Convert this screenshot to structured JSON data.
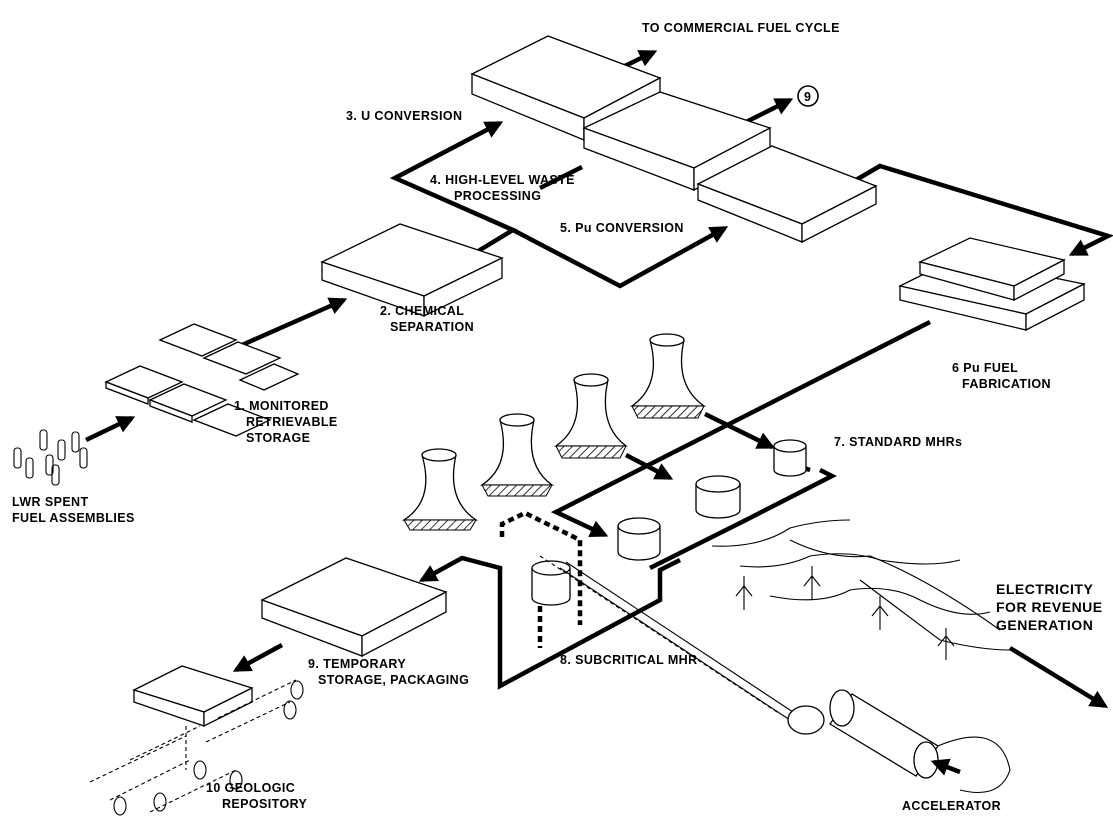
{
  "labels": {
    "commercial": "TO COMMERCIAL FUEL CYCLE",
    "circled_nine": "9",
    "u_conversion": "3. U CONVERSION",
    "hlw_line1": "4. HIGH-LEVEL WASTE",
    "hlw_line2": "PROCESSING",
    "pu_conversion": "5. Pu CONVERSION",
    "chem_line1": "2. CHEMICAL",
    "chem_line2": "SEPARATION",
    "mrs_line1": "1. MONITORED",
    "mrs_line2": "RETRIEVABLE",
    "mrs_line3": "STORAGE",
    "lwr_line1": "LWR SPENT",
    "lwr_line2": "FUEL ASSEMBLIES",
    "fab_line1": "6  Pu FUEL",
    "fab_line2": "FABRICATION",
    "std_mhr": "7. STANDARD MHRs",
    "elec_line1": "ELECTRICITY",
    "elec_line2": "FOR REVENUE",
    "elec_line3": "GENERATION",
    "sub_mhr": "8. SUBCRITICAL MHR",
    "temp_line1": "9. TEMPORARY",
    "temp_line2": "STORAGE, PACKAGING",
    "geo_line1": "10 GEOLOGIC",
    "geo_line2": "REPOSITORY",
    "accelerator": "ACCELERATOR"
  },
  "colors": {
    "ink": "#000000",
    "paper": "#ffffff"
  }
}
